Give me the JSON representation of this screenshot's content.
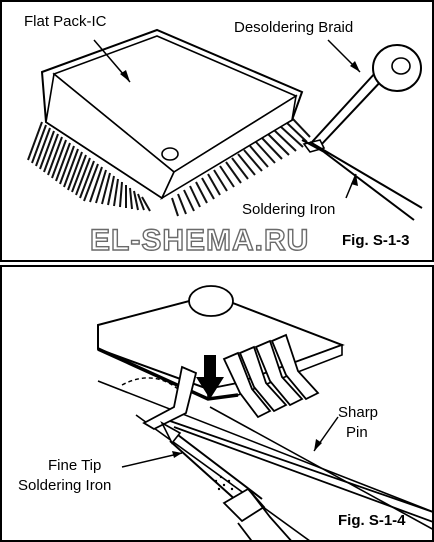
{
  "figure_top": {
    "label_flat_pack": "Flat Pack-IC",
    "label_braid": "Desoldering Braid",
    "label_iron": "Soldering Iron",
    "watermark": "EL-SHEMA.RU",
    "caption": "Fig. S-1-3"
  },
  "figure_bottom": {
    "label_sharp_pin_1": "Sharp",
    "label_sharp_pin_2": "Pin",
    "label_fine_tip_1": "Fine Tip",
    "label_fine_tip_2": "Soldering Iron",
    "caption": "Fig. S-1-4"
  }
}
